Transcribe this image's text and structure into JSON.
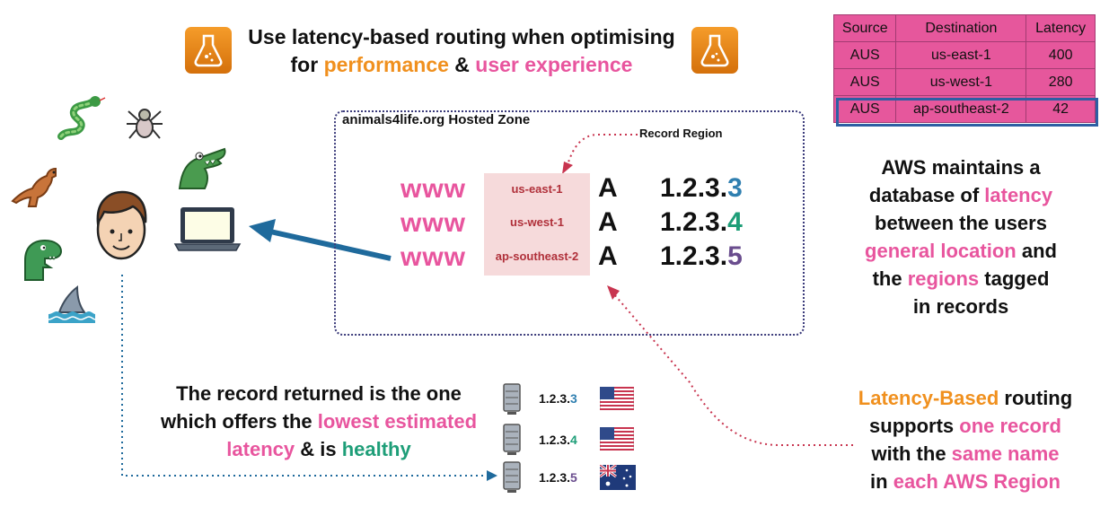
{
  "header": {
    "line1": "Use latency-based routing when optimising",
    "line2_prefix": "for ",
    "line2_performance": "performance",
    "line2_amp": " & ",
    "line2_ux": "user experience"
  },
  "latency_table": {
    "headers": [
      "Source",
      "Destination",
      "Latency"
    ],
    "rows": [
      [
        "AUS",
        "us-east-1",
        "400"
      ],
      [
        "AUS",
        "us-west-1",
        "280"
      ],
      [
        "AUS",
        "ap-southeast-2",
        "42"
      ]
    ],
    "highlight_color": "#2e5fa3",
    "fill_color": "#e6579c"
  },
  "hosted_zone": {
    "title": "animals4life.org Hosted Zone",
    "record_region_label": "Record Region",
    "records": [
      {
        "name": "www",
        "region": "us-east-1",
        "type": "A",
        "ip_prefix": "1.2.3.",
        "ip_last": "3"
      },
      {
        "name": "www",
        "region": "us-west-1",
        "type": "A",
        "ip_prefix": "1.2.3.",
        "ip_last": "4"
      },
      {
        "name": "www",
        "region": "ap-southeast-2",
        "type": "A",
        "ip_prefix": "1.2.3.",
        "ip_last": "5"
      }
    ]
  },
  "right_note": {
    "l1": "AWS maintains a",
    "l2a": "database of ",
    "l2b": "latency",
    "l3": "between the users",
    "l4a": "general location",
    "l4b": " and",
    "l5a": "the ",
    "l5b": "regions",
    "l5c": " tagged",
    "l6": "in records"
  },
  "bottom_left": {
    "l1": "The record returned is the one",
    "l2a": "which offers the ",
    "l2b": "lowest estimated",
    "l3a": "latency",
    "l3b": " & is ",
    "l3c": "healthy"
  },
  "bottom_right": {
    "l1a": "Latency-Based",
    "l1b": " routing",
    "l2a": "supports ",
    "l2b": "one record",
    "l3a": "with the ",
    "l3b": "same name",
    "l4a": "in ",
    "l4b": "each AWS Region"
  },
  "servers": [
    {
      "ip_prefix": "1.2.3.",
      "ip_last": "3",
      "flag": "us-flag-icon"
    },
    {
      "ip_prefix": "1.2.3.",
      "ip_last": "4",
      "flag": "us-flag-icon"
    },
    {
      "ip_prefix": "1.2.3.",
      "ip_last": "5",
      "flag": "australia-flag-icon"
    }
  ],
  "icons": [
    "flask-icon",
    "snake-icon",
    "spider-icon",
    "crocodile-icon",
    "kangaroo-icon",
    "dinosaur-icon",
    "shark-icon",
    "user-face-icon",
    "laptop-icon",
    "server-icon"
  ]
}
